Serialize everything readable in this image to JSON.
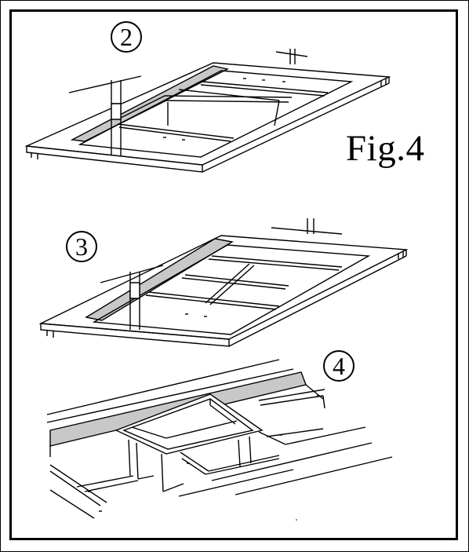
{
  "figure": {
    "label": "Fig.4"
  },
  "steps": [
    {
      "number": "2"
    },
    {
      "number": "3"
    },
    {
      "number": "4"
    }
  ],
  "colors": {
    "line": "#000000",
    "shade": "#c8c8c8",
    "background": "#ffffff"
  }
}
